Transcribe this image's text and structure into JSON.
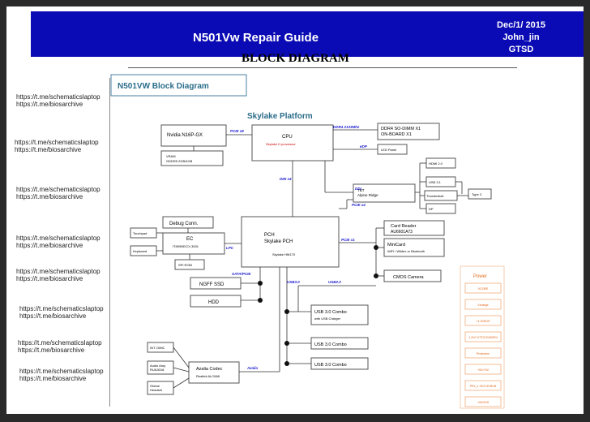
{
  "header": {
    "title": "N501Vw Repair Guide",
    "date": "Dec/1/ 2015",
    "author": "John_jin",
    "dept": "GTSD",
    "section_title": "BLOCK DIAGRAM"
  },
  "watermarks": [
    {
      "line1": "https://t.me/schematicslaptop",
      "line2": "https://t.me/biosarchive"
    },
    {
      "line1": "https://t.me/schematicslaptop",
      "line2": "https://t.me/biosarchive"
    },
    {
      "line1": "https://t.me/schematicslaptop",
      "line2": "https://t.me/biosarchive"
    },
    {
      "line1": "https://t.me/schematicslaptop",
      "line2": "https://t.me/biosarchive"
    },
    {
      "line1": "https://t.me/schematicslaptop",
      "line2": "https://t.me/biosarchive"
    },
    {
      "line1": "https://t.me/schematicslaptop",
      "line2": "https://t.me/biosarchive"
    },
    {
      "line1": "https://t.me/schematicslaptop",
      "line2": "https://t.me/biosarchive"
    },
    {
      "line1": "https://t.me/schematicslaptop",
      "line2": "https://t.me/biosarchive"
    }
  ],
  "diagram": {
    "title": "N501VW Block Diagram",
    "platform": "Skylake Platform",
    "gpu": {
      "name": "Nvidia N16P-GX",
      "vram_label": "VRAM",
      "vram": "GDDR5 2GB/4GB"
    },
    "cpu": {
      "name": "CPU",
      "sub": "Skylake H processor"
    },
    "ddr": {
      "line1": "DDR4 SO-DIMM X1",
      "line2": "ON-BOARD X1"
    },
    "lcd": "LED Panel",
    "tbt": {
      "line1": "TBT",
      "line2": "Alpine Ridge"
    },
    "hdmi": "HDMI 2.0",
    "usb31": "USB 3.1",
    "thunderbolt": "Thunderbolt",
    "dp": "DP",
    "typec": "Type C",
    "debug": "Debug Conn.",
    "ec": {
      "name": "EC",
      "sub": "IT8995E/CX-3001"
    },
    "touchpad": "Touchpad",
    "keyboard": "Keyboard",
    "spi": "SPI ROM",
    "pch": {
      "line1": "PCH",
      "line2": "Skylake PCH",
      "sub": "Skylake HM170"
    },
    "card_reader": {
      "line1": "Card Reader",
      "line2": "AU6601A73"
    },
    "minicard": {
      "line1": "MiniCard",
      "line2": "WiFi / Wildex or Bluetooth"
    },
    "cmos": "CMOS Camera",
    "ngff": "NGFF SSD",
    "hdd": "HDD",
    "usb_combo1": {
      "line1": "USB 3.0 Combo",
      "line2": "with USB Charger"
    },
    "usb_combo2": "USB 3.0 Combo",
    "usb_combo3": "USB 3.0 Combo",
    "audio": {
      "line1": "Azalia Codec",
      "line2": "Realtek ALC668"
    },
    "int_dmic": "INT. DMIC",
    "audio_amp": {
      "line1": "Audio Amp",
      "line2": "RUA3018"
    },
    "headset": {
      "line1": "Global",
      "line2": "Headset"
    },
    "buses": {
      "pcie_x8": "PCIE x8",
      "ddr4": "DDR4 2133Mhz",
      "edp": "eDP",
      "dmi": "DMI x4",
      "ddi": "DDI",
      "pcie_x4": "PCIE x4",
      "lpc": "LPC",
      "pcie_x1": "PCIE x1",
      "sata": "SATA/PCIE",
      "usb3": "USB3.0",
      "usb2": "USB2.0",
      "azalia": "Azalia"
    },
    "power": {
      "title": "Power",
      "items": [
        "VCORE",
        "Vcharge",
        "+1.0VSUS",
        "1.2V/+VTT/2.5VDDR4",
        "Protection",
        "+5V/+3V",
        "PEX_1.0V/3.3VRUN",
        "+5V/3VS"
      ]
    }
  }
}
